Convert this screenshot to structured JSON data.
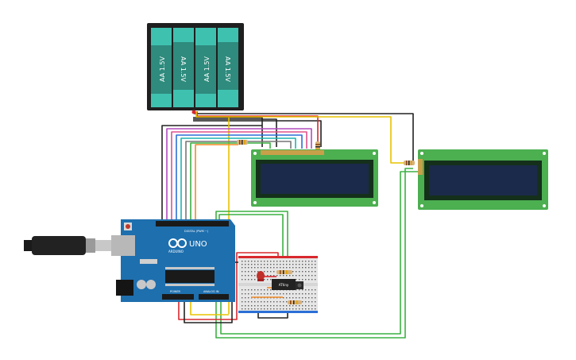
{
  "battery": {
    "cells": [
      "AA 1.5V",
      "AA 1.5V",
      "AA 1.5V",
      "AA 1.5V"
    ]
  },
  "arduino": {
    "brand": "ARDUINO",
    "model": "UNO",
    "digital_label": "DIGITAL (PWM ~)",
    "power_label": "POWER",
    "analog_label": "ANALOG IN"
  },
  "chip": {
    "label": "ATtiny"
  },
  "colors": {
    "arduino_board": "#1e6fae",
    "lcd_green": "#4caf50",
    "lcd_screen": "#1b2a4a",
    "battery_teal": "#2e8b7d",
    "wire_yellow": "#e8c200",
    "wire_green": "#3cb043",
    "wire_red": "#d8282e",
    "wire_black": "#222222"
  }
}
